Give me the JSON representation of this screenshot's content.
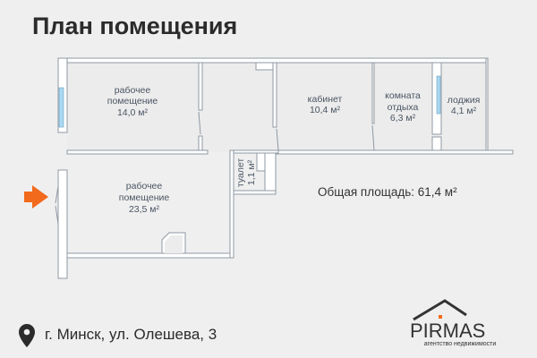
{
  "title": "План помещения",
  "rooms": [
    {
      "name_line1": "рабочее",
      "name_line2": "помещение",
      "area": "14,0 м²"
    },
    {
      "name_line1": "рабочее",
      "name_line2": "помещение",
      "area": "23,5 м²"
    },
    {
      "name_line1": "кабинет",
      "area": "10,4 м²"
    },
    {
      "name_line1": "комната",
      "name_line2": "отдыха",
      "area": "6,3 м²"
    },
    {
      "name_line1": "лоджия",
      "area": "4,1 м²"
    },
    {
      "name_line1": "туалет",
      "area": "1,1 м²"
    }
  ],
  "total_area": "Общая площадь: 61,4 м²",
  "address": "г. Минск, ул. Олешева, 3",
  "logo": {
    "name": "PIRMAS",
    "subtitle": "агентство недвижимости"
  },
  "colors": {
    "entrance_arrow": "#f26a1b",
    "window": "#a9d8f0",
    "wall_stroke": "#8f98a3",
    "background": "#efefef"
  },
  "icons": {
    "address": "map-pin-icon",
    "entrance": "arrow-right-icon"
  }
}
